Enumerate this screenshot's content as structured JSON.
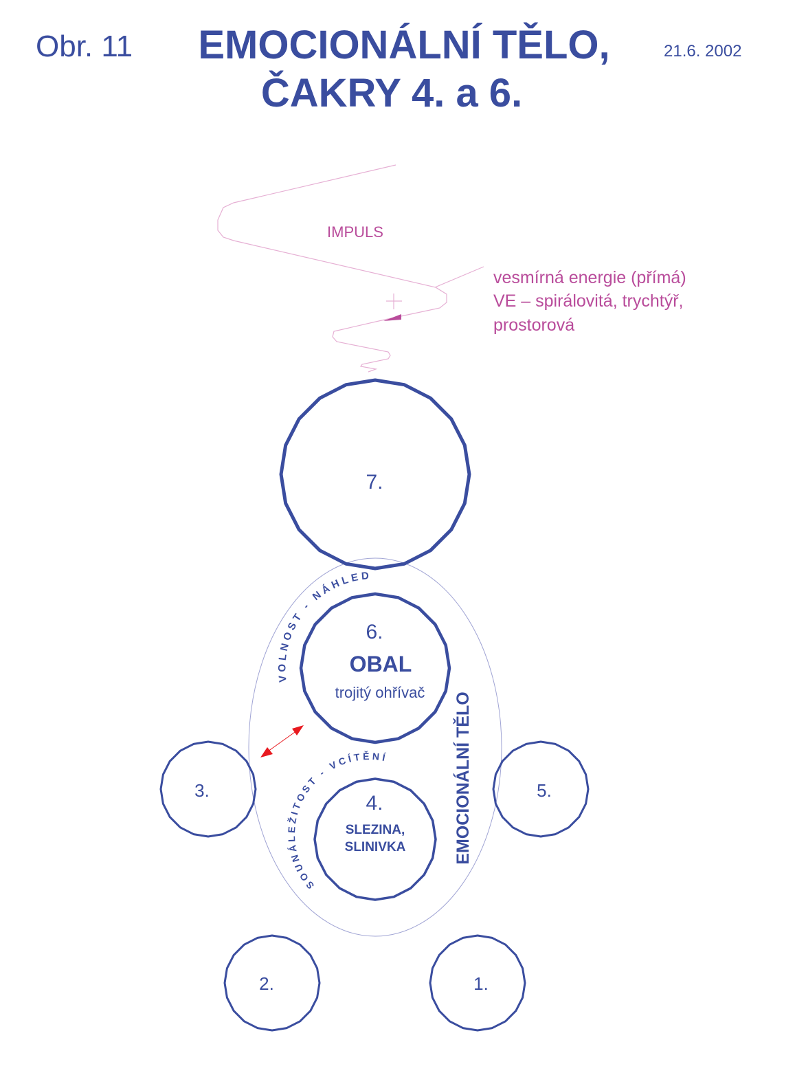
{
  "header": {
    "figure_label": "Obr. 11",
    "title_line1": "EMOCIONÁLNÍ TĚLO,",
    "title_line2": "ČAKRY 4. a 6.",
    "date": "21.6. 2002"
  },
  "impulse": {
    "label": "IMPULS",
    "note_line1": "vesmírná energie (přímá)",
    "note_line2": "VE – spirálovitá, trychtýř,",
    "note_line3": "prostorová"
  },
  "chakras": {
    "c7": "7.",
    "c6": "6.",
    "c6_title": "OBAL",
    "c6_subtitle": "trojitý ohřívač",
    "c6_arc": "VOLNOST - NÁHLED",
    "c4": "4.",
    "c4_line1": "SLEZINA,",
    "c4_line2": "SLINIVKA",
    "c4_arc": "SOUNÁLEŽITOST - VCÍTĚNÍ",
    "c3": "3.",
    "c5": "5.",
    "c2": "2.",
    "c1": "1."
  },
  "body_label": "EMOCIONÁLNÍ TĚLO",
  "colors": {
    "blue": "#3a4d9f",
    "magenta": "#b94c9b",
    "pink_line": "#e6b0d4",
    "ellipse": "#a0a4d4",
    "arrow": "#e8191f"
  }
}
